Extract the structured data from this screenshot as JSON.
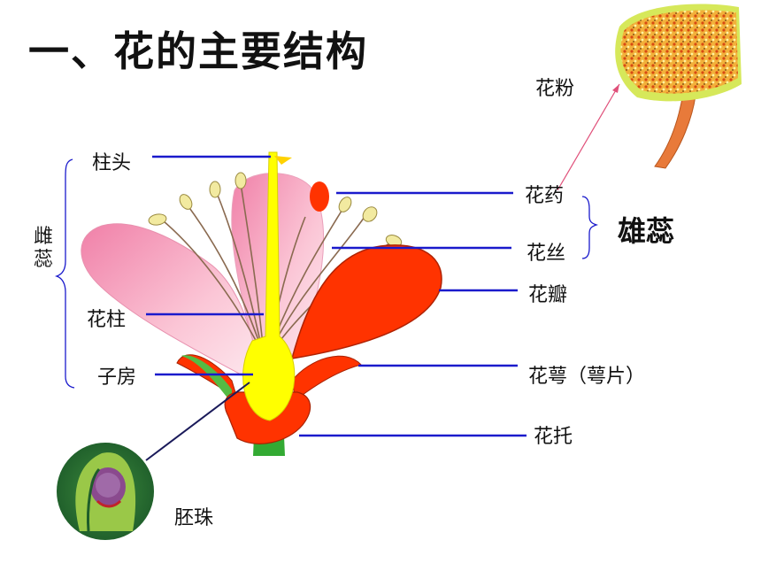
{
  "title": "一、花的主要结构",
  "labels": {
    "stigma": "柱头",
    "style": "花柱",
    "ovary": "子房",
    "pistil": "雌蕊",
    "pollen": "花粉",
    "anther": "花药",
    "filament": "花丝",
    "stamen": "雄蕊",
    "petal": "花瓣",
    "sepal": "花萼（萼片）",
    "receptacle": "花托",
    "ovule": "胚珠"
  },
  "colors": {
    "leader_line": "#1a1acc",
    "pistil": "#ffff00",
    "red_petal": "#ff3300",
    "pink_petal": "#f4a0b8",
    "stem_green": "#33aa33",
    "pollen_arrow": "#e0507a"
  }
}
